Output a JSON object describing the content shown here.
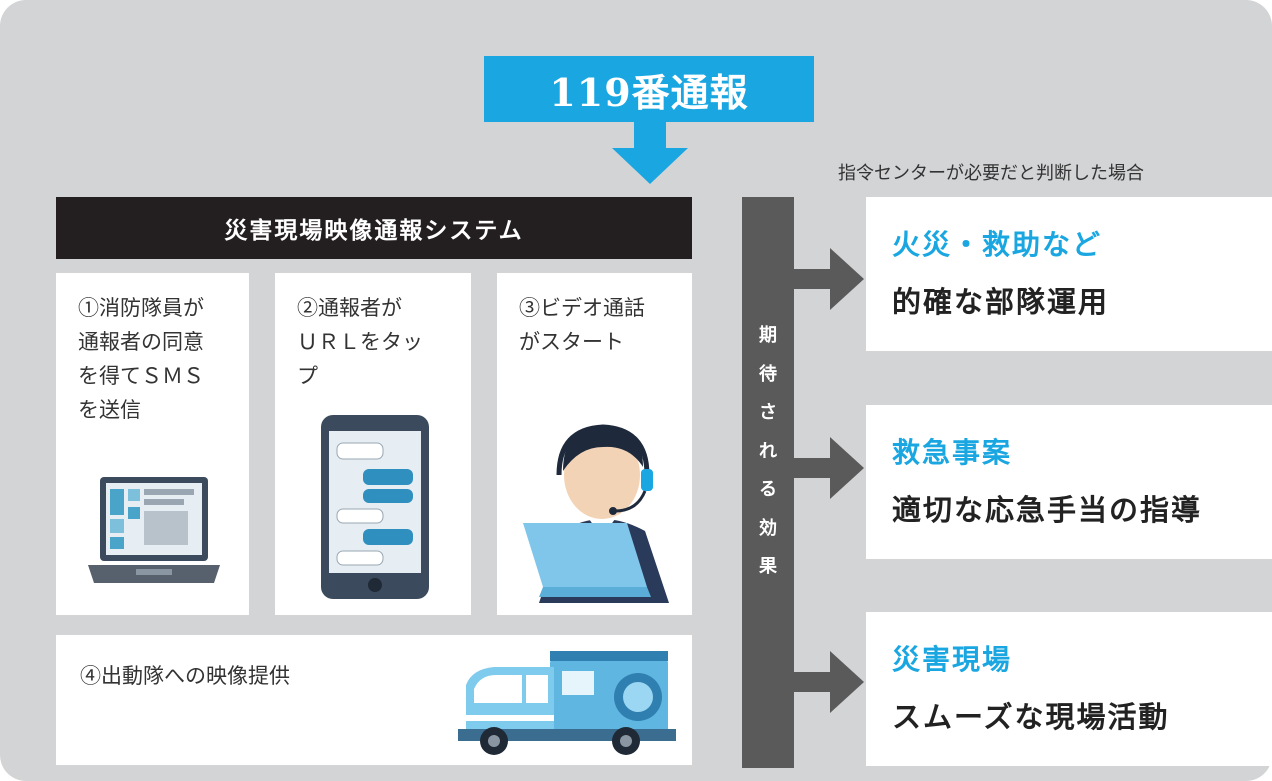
{
  "header": {
    "emergency_call": "119番通報"
  },
  "system": {
    "title": "災害現場映像通報システム"
  },
  "steps": [
    {
      "text": "①消防隊員が\n通報者の同意\nを得てＳＭＳ\nを送信",
      "icon": "laptop-icon"
    },
    {
      "text": "②通報者が\nＵＲＬをタッ\nプ",
      "icon": "smartphone-chat-icon"
    },
    {
      "text": "③ビデオ通話\nがスタート",
      "icon": "operator-headset-icon"
    }
  ],
  "dispatch": {
    "text": "④出動隊への映像提供",
    "icon": "fire-engine-icon"
  },
  "effects": {
    "label_chars": [
      "期",
      "待",
      "さ",
      "れ",
      "る",
      "効",
      "果"
    ],
    "note": "指令センターが必要だと判断した場合",
    "items": [
      {
        "title": "火災・救助など",
        "subtitle": "的確な部隊運用"
      },
      {
        "title": "救急事案",
        "subtitle": "適切な応急手当の指導"
      },
      {
        "title": "災害現場",
        "subtitle": "スムーズな現場活動"
      }
    ]
  },
  "colors": {
    "accent": "#1aa7e1",
    "dark": "#231f20",
    "panel": "#d3d4d6",
    "arrow": "#5a5a5a"
  }
}
